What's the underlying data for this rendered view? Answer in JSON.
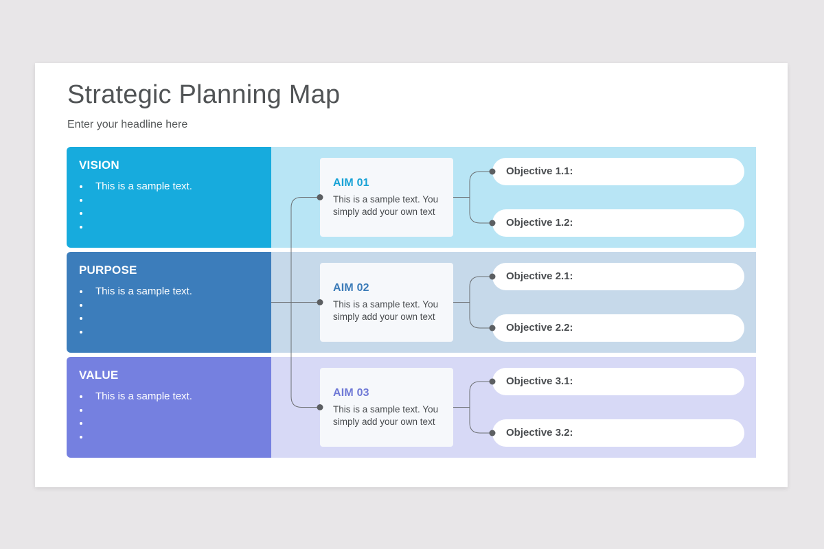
{
  "title": "Strategic Planning Map",
  "subtitle": "Enter your headline here",
  "rows": [
    {
      "heading": "VISION",
      "bullets": [
        "This is a sample text.",
        "",
        "",
        ""
      ],
      "panel_color": "#17abdd",
      "band_color": "#b8e5f5",
      "aim_title": "AIM 01",
      "aim_title_color": "#17a2d6",
      "aim_text": "This is a sample text. You simply add your own text",
      "objectives": [
        "Objective 1.1:",
        "Objective 1.2:"
      ]
    },
    {
      "heading": "PURPOSE",
      "bullets": [
        "This is a sample text.",
        "",
        "",
        ""
      ],
      "panel_color": "#3c7dbb",
      "band_color": "#c6d9ea",
      "aim_title": "AIM 02",
      "aim_title_color": "#3b7bb8",
      "aim_text": "This is a sample text. You simply add your own text",
      "objectives": [
        "Objective 2.1:",
        "Objective 2.2:"
      ]
    },
    {
      "heading": "VALUE",
      "bullets": [
        "This is a sample text.",
        "",
        "",
        ""
      ],
      "panel_color": "#7580e0",
      "band_color": "#d7d9f6",
      "aim_title": "AIM 03",
      "aim_title_color": "#6f79d6",
      "aim_text": "This is a sample text. You simply add your own text",
      "objectives": [
        "Objective 3.1:",
        "Objective 3.2:"
      ]
    }
  ]
}
